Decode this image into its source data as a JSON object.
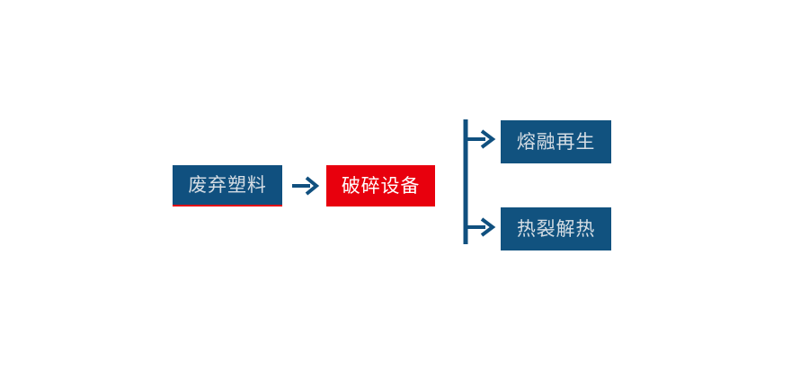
{
  "diagram": {
    "type": "process-flow",
    "title": "",
    "background_color": "#ffffff",
    "colors": {
      "node_blue": "#10507f",
      "node_red": "#e8000d",
      "accent_red": "#e30613",
      "label_text": "#d5dde4",
      "process_text": "#ffffff",
      "connector": "#10507f"
    },
    "nodes": {
      "input": {
        "label": "废弃塑料",
        "fill": "#10507f",
        "text_color": "#d5dde4",
        "underline_color": "#e30613"
      },
      "process": {
        "label": "破碎设备",
        "fill": "#e8000d",
        "text_color": "#ffffff"
      },
      "outputs": [
        {
          "label": "熔融再生",
          "fill": "#11527f",
          "text_color": "#d5dde4"
        },
        {
          "label": "热裂解热",
          "fill": "#11527f",
          "text_color": "#d5dde4"
        }
      ]
    },
    "connectors": [
      {
        "name": "input-to-process",
        "kind": "arrow-right"
      },
      {
        "name": "process-to-branch",
        "kind": "branch-bus"
      },
      {
        "name": "branch-to-output-top",
        "kind": "arrow-right"
      },
      {
        "name": "branch-to-output-bottom",
        "kind": "arrow-right"
      }
    ]
  }
}
